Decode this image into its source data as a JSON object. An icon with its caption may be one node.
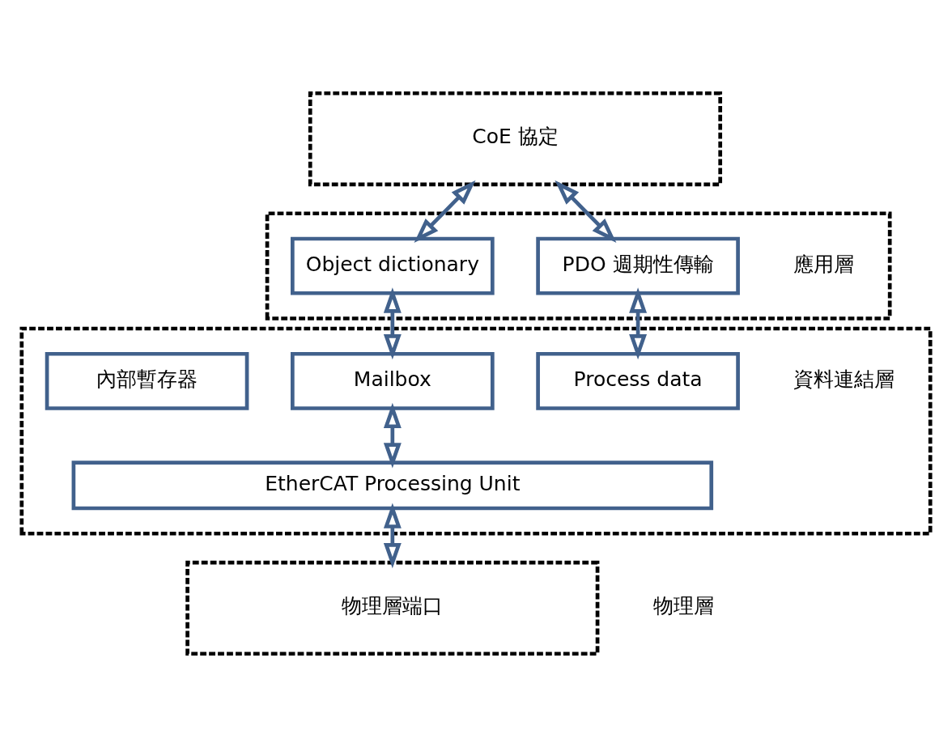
{
  "diagram": {
    "nodes": [
      {
        "text": [
          "CoE 協定"
        ]
      },
      {
        "text": [],
        "shape": "box",
        "beside": [
          "應用層"
        ]
      },
      {
        "text": [
          "Object dictionary"
        ],
        "in": 1
      },
      {
        "text": [
          "PDO 週期性傳輸"
        ],
        "in": 1
      },
      {
        "text": [],
        "shape": "box",
        "beside": [
          "資料連結層"
        ]
      },
      {
        "text": [
          "內部暫存器"
        ],
        "in": 4
      },
      {
        "text": [
          "Mailbox"
        ],
        "in": 4
      },
      {
        "text": [
          "Process data"
        ],
        "in": 4
      },
      {
        "text": [
          "EtherCAT Processing Unit"
        ],
        "in": 4
      },
      {
        "text": [
          "物理層端口"
        ],
        "beside": [
          "物理層"
        ]
      }
    ],
    "edges": [
      {
        "from": 0,
        "to": 2,
        "arrow": "both"
      },
      {
        "from": 0,
        "to": 3,
        "arrow": "both"
      },
      {
        "from": 2,
        "to": 6,
        "arrow": "both"
      },
      {
        "from": 3,
        "to": 7,
        "arrow": "both"
      },
      {
        "from": 6,
        "to": 8,
        "arrow": "both"
      },
      {
        "from": 8,
        "to": 9,
        "arrow": "both"
      }
    ]
  }
}
